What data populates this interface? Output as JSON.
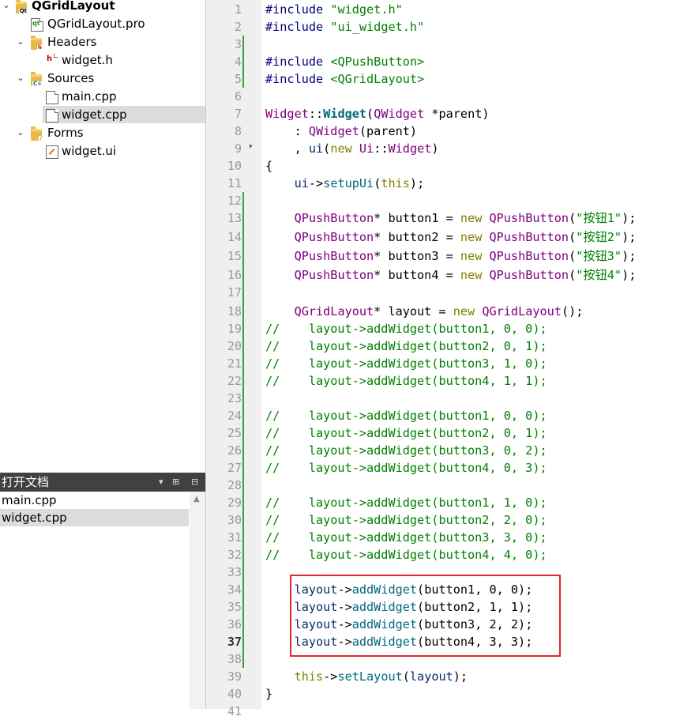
{
  "project_tree": {
    "project_name": "QGridLayout",
    "pro_file": "QGridLayout.pro",
    "headers_label": "Headers",
    "header_file": "widget.h",
    "sources_label": "Sources",
    "source_files": [
      "main.cpp",
      "widget.cpp"
    ],
    "forms_label": "Forms",
    "form_file": "widget.ui",
    "selected": "widget.cpp"
  },
  "open_documents": {
    "title": "打开文档",
    "items": [
      "main.cpp",
      "widget.cpp"
    ],
    "selected": "widget.cpp"
  },
  "editor": {
    "current_line": 37,
    "lines": [
      "#include \"widget.h\"",
      "#include \"ui_widget.h\"",
      "",
      "#include <QPushButton>",
      "#include <QGridLayout>",
      "",
      "Widget::Widget(QWidget *parent)",
      "    : QWidget(parent)",
      "    , ui(new Ui::Widget)",
      "{",
      "    ui->setupUi(this);",
      "",
      "    QPushButton* button1 = new QPushButton(\"按钮1\");",
      "    QPushButton* button2 = new QPushButton(\"按钮2\");",
      "    QPushButton* button3 = new QPushButton(\"按钮3\");",
      "    QPushButton* button4 = new QPushButton(\"按钮4\");",
      "",
      "    QGridLayout* layout = new QGridLayout();",
      "//    layout->addWidget(button1, 0, 0);",
      "//    layout->addWidget(button2, 0, 1);",
      "//    layout->addWidget(button3, 1, 0);",
      "//    layout->addWidget(button4, 1, 1);",
      "",
      "//    layout->addWidget(button1, 0, 0);",
      "//    layout->addWidget(button2, 0, 1);",
      "//    layout->addWidget(button3, 0, 2);",
      "//    layout->addWidget(button4, 0, 3);",
      "",
      "//    layout->addWidget(button1, 1, 0);",
      "//    layout->addWidget(button2, 2, 0);",
      "//    layout->addWidget(button3, 3, 0);",
      "//    layout->addWidget(button4, 4, 0);",
      "",
      "    layout->addWidget(button1, 0, 0);",
      "    layout->addWidget(button2, 1, 1);",
      "    layout->addWidget(button3, 2, 2);",
      "    layout->addWidget(button4, 3, 3);",
      "",
      "    this->setLayout(layout);",
      "}",
      ""
    ]
  },
  "colors": {
    "highlight_box": "#e0262e",
    "change_bar": "#3aa33a",
    "selection": "#dcdcdc",
    "panel_header": "#414141"
  }
}
